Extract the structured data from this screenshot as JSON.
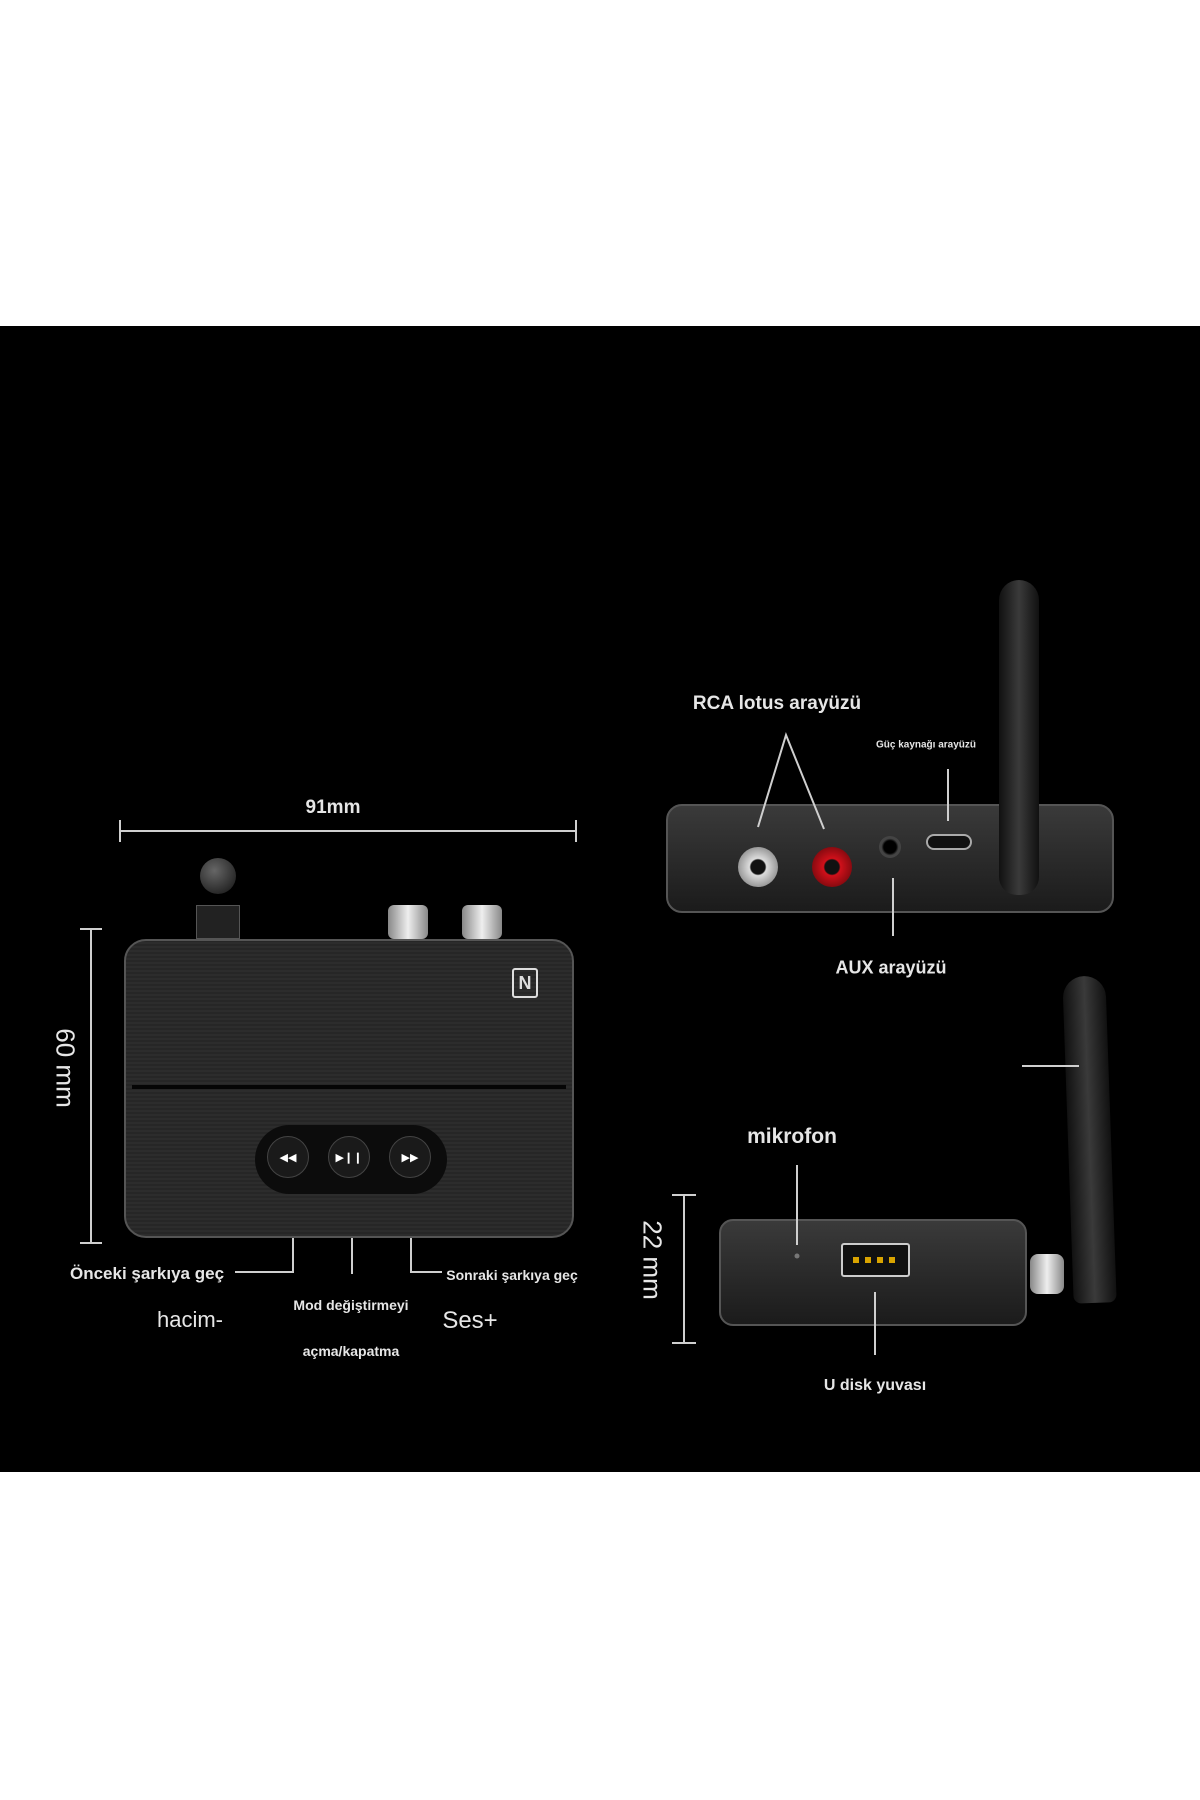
{
  "dimensions": {
    "width": "91mm",
    "height": "60 mm",
    "depth": "22 mm"
  },
  "front_view": {
    "buttons": [
      {
        "name": "previous",
        "glyph": "◀◀"
      },
      {
        "name": "play-pause",
        "glyph": "▶❙❙"
      },
      {
        "name": "next",
        "glyph": "▶▶"
      }
    ],
    "labels": {
      "previous": "Önceki şarkıya geç",
      "volume_down": "hacim-",
      "mode_line1": "Mod değiştirmeyi",
      "mode_line2": "açma/kapatma",
      "next": "Sonraki şarkıya geç",
      "volume_up": "Ses+"
    }
  },
  "rear_view": {
    "rca": "RCA lotus arayüzü",
    "power": "Güç kaynağı arayüzü",
    "aux": "AUX arayüzü"
  },
  "side_view": {
    "mic": "mikrofon",
    "usb": "U disk yuvası"
  },
  "colors": {
    "background": "#000000",
    "text": "#e6e6e6",
    "rca_red": "#d0101a"
  }
}
